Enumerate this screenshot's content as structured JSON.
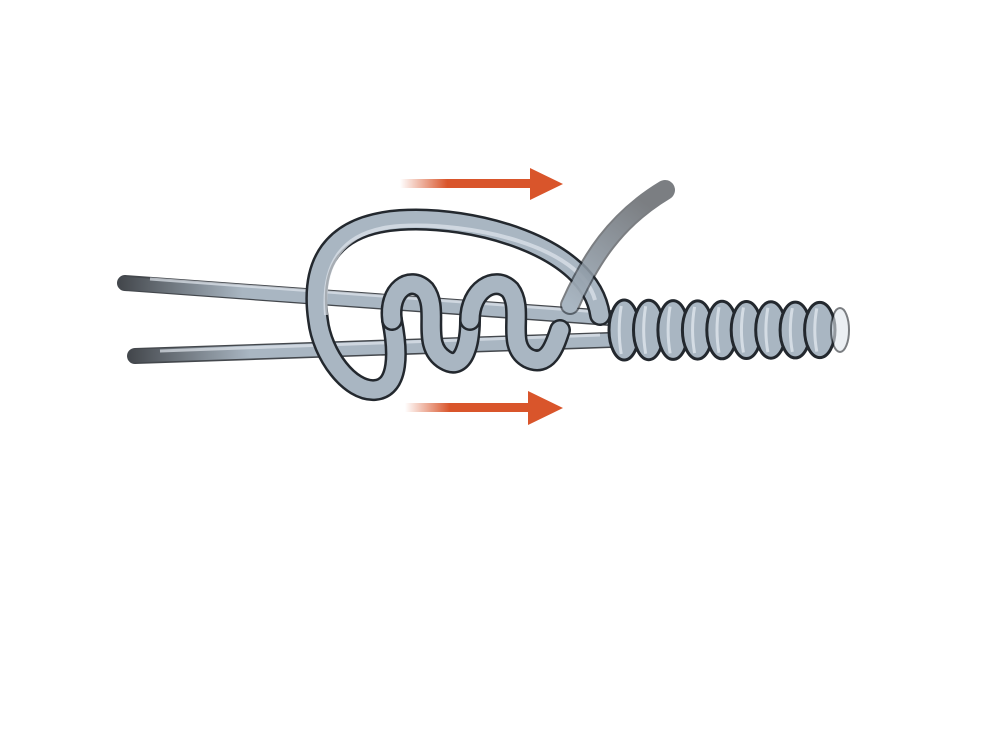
{
  "figure": {
    "subject": "knot-illustration",
    "background_color": "#ffffff",
    "line_color": "#a9b6c2",
    "line_shadow_color": "#8595a3",
    "line_highlight_color": "#dfe6ec",
    "outline_color": "#23282e",
    "arrow_color": "#d9552b",
    "arrows": [
      {
        "direction": "right",
        "position": "top"
      },
      {
        "direction": "right",
        "position": "bottom"
      }
    ],
    "wrap_turns": 9,
    "loop_twists": 3
  }
}
